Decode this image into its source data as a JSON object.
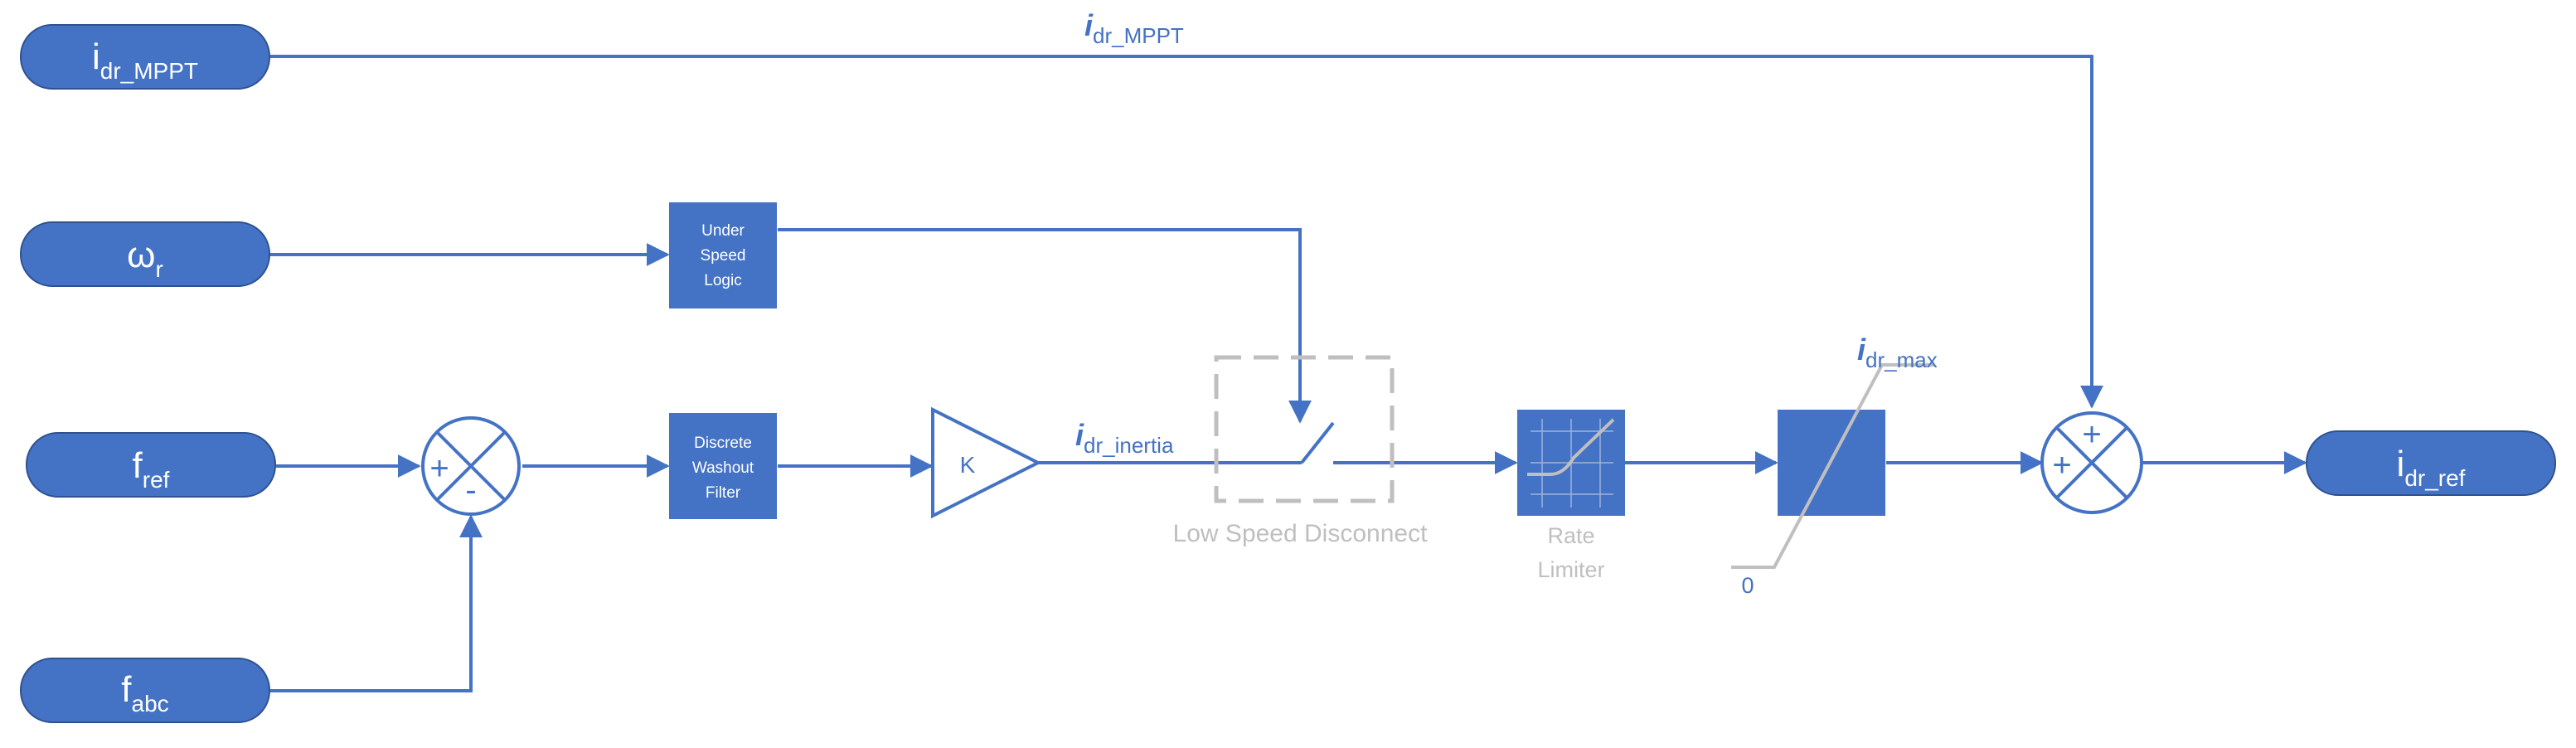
{
  "colors": {
    "blue": "#4472C4",
    "line": "#4472C4",
    "white": "#ffffff",
    "gray": "#bfbfbf",
    "dark_blue_border": "#2f528f"
  },
  "inputs": {
    "idr_mppt": {
      "main": "i",
      "sub": "dr_MPPT"
    },
    "omega_r": {
      "main": "ω",
      "sub": "r"
    },
    "f_ref": {
      "main": "f",
      "sub": "ref"
    },
    "f_abc": {
      "main": "f",
      "sub": "abc"
    }
  },
  "output": {
    "main": "i",
    "sub": "dr_ref"
  },
  "blocks": {
    "under_speed_logic": [
      "Under",
      "Speed",
      "Logic"
    ],
    "washout_filter": [
      "Discrete",
      "Washout",
      "Filter"
    ],
    "gain": "K",
    "switch_label": "Low Speed Disconnect",
    "rate_limiter": [
      "Rate",
      "Limiter"
    ]
  },
  "sum1": {
    "top_sign": "",
    "left_sign": "+",
    "right_sign": "-"
  },
  "sum2": {
    "top_sign": "+",
    "left_sign": "+"
  },
  "signals": {
    "idr_mppt_line": {
      "main": "i",
      "sub": "dr_MPPT"
    },
    "idr_inertia": {
      "main": "i",
      "sub": "dr_inertia"
    },
    "idr_max": {
      "main": "i",
      "sub": "dr_max"
    },
    "sat_zero": "0"
  }
}
